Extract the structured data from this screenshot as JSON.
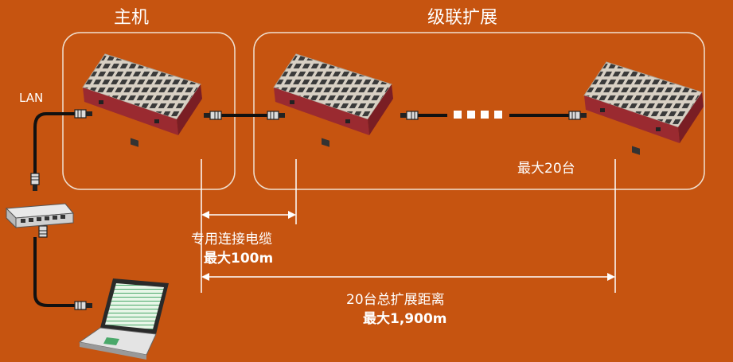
{
  "labels": {
    "host_title": "主机",
    "cascade_title": "级联扩展",
    "lan": "LAN",
    "max_units": "最大20台",
    "cable_name": "专用连接电缆",
    "cable_max": "最大100m",
    "total_name": "20台总扩展距离",
    "total_max": "最大1,900m"
  },
  "colors": {
    "background": "#c65410",
    "line": "#ffffff",
    "cable": "#111111",
    "device_body": "#9a2a30",
    "device_top": "#e0d8cc"
  }
}
